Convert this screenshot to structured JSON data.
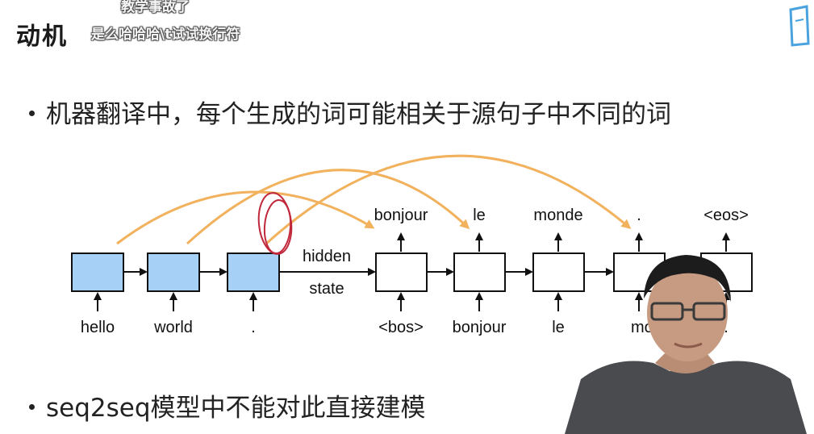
{
  "slide": {
    "title": "动机",
    "bullet1": "机器翻译中，每个生成的词可能相关于源句子中不同的词",
    "bullet2": "seq2seq模型中不能对此直接建模"
  },
  "danmaku": [
    "教学事故了",
    "是么哈哈哈\\t试试换行符"
  ],
  "diagram": {
    "encoder_inputs": [
      "hello",
      "world",
      "."
    ],
    "decoder_inputs": [
      "<bos>",
      "bonjour",
      "le",
      "mo"
    ],
    "decoder_inputs_last": ".",
    "decoder_outputs": [
      "bonjour",
      "le",
      "monde",
      ".",
      "<eos>"
    ],
    "hidden_label": "hidden",
    "state_label": "state"
  },
  "colors": {
    "encoder_fill": "#a7d0f7",
    "arrow_orange": "#f2b15c",
    "annotation_red": "#c0283b"
  }
}
